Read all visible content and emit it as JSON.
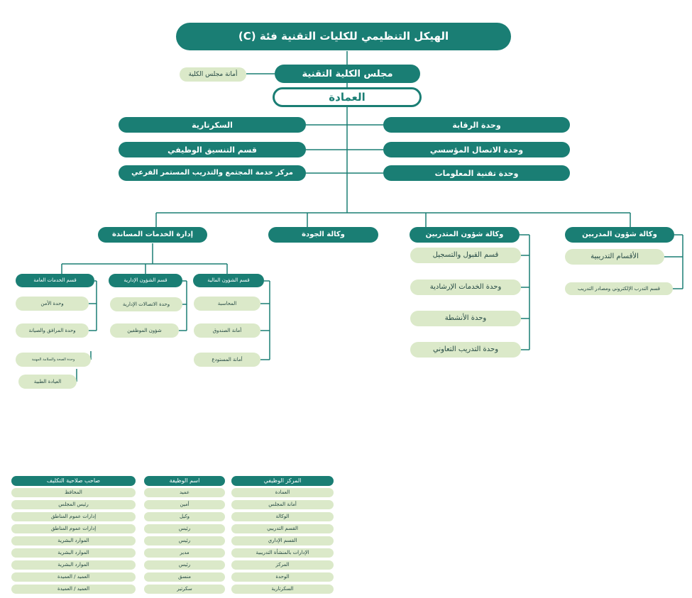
{
  "chart": {
    "title": "الهيكل التنظيمي للكليات التقنية فئة (C)",
    "council": "مجلس الكلية التقنية",
    "council_secretariat": "أمانة مجلس الكلية",
    "deanship": "العمادة",
    "right_units": [
      "وحدة الرقابة",
      "وحدة الاتصال المؤسسي",
      "وحدة تقنية المعلومات"
    ],
    "left_units": [
      "السكرتارية",
      "قسم التنسيق الوظيفي",
      "مركز خدمة المجتمع والتدريب المستمر الفرعي"
    ],
    "trainee_affairs": {
      "title": "وكالة شؤون المدربين",
      "items": [
        "الأقسام التدريبية",
        "قسم التدرب الإلكتروني ومصادر التدريب"
      ]
    },
    "student_affairs": {
      "title": "وكالة شؤون المتدربين",
      "items": [
        "قسم القبول والتسجيل",
        "وحدة الخدمات الإرشادية",
        "وحدة الأنشطة",
        "وحدة التدريب التعاوني"
      ]
    },
    "quality": "وكالة الجودة",
    "support": {
      "title": "إدارة الخدمات المساندة",
      "finance": {
        "title": "قسم الشؤون المالية",
        "items": [
          "المحاسبة",
          "أمانة الصندوق",
          "أمانة المستودع"
        ]
      },
      "admin": {
        "title": "قسم الشؤون الإدارية",
        "items": [
          "وحدة الاتصالات الإدارية",
          "شؤون الموظفين"
        ]
      },
      "general": {
        "title": "قسم الخدمات العامة",
        "items": [
          "وحدة الأمن",
          "وحدة المرافق والصيانة",
          "وحدة الصحة والسلامة المهنية",
          "العيادة الطبية"
        ]
      }
    }
  },
  "legend": {
    "columns": [
      {
        "header": "المركز الوظيفي",
        "rows": [
          "العمادة",
          "أمانة المجلس",
          "الوكالة",
          "القسم التدريبي",
          "القسم الإداري",
          "الإدارات بالمنشأة التدريبية",
          "المركز",
          "الوحدة",
          "السكرتارية"
        ]
      },
      {
        "header": "اسم الوظيفة",
        "rows": [
          "عميد",
          "أمين",
          "وكيل",
          "رئيس",
          "رئيس",
          "مدير",
          "رئيس",
          "منسق",
          "سكرتير"
        ]
      },
      {
        "header": "صاحب صلاحية التكليف",
        "rows": [
          "المحافظ",
          "رئيس المجلس",
          "إدارات عموم المناطق",
          "إدارات عموم المناطق",
          "الموارد البشرية",
          "الموارد البشرية",
          "الموارد البشرية",
          "العميد / العميدة",
          "العميد / العميدة"
        ]
      }
    ]
  }
}
